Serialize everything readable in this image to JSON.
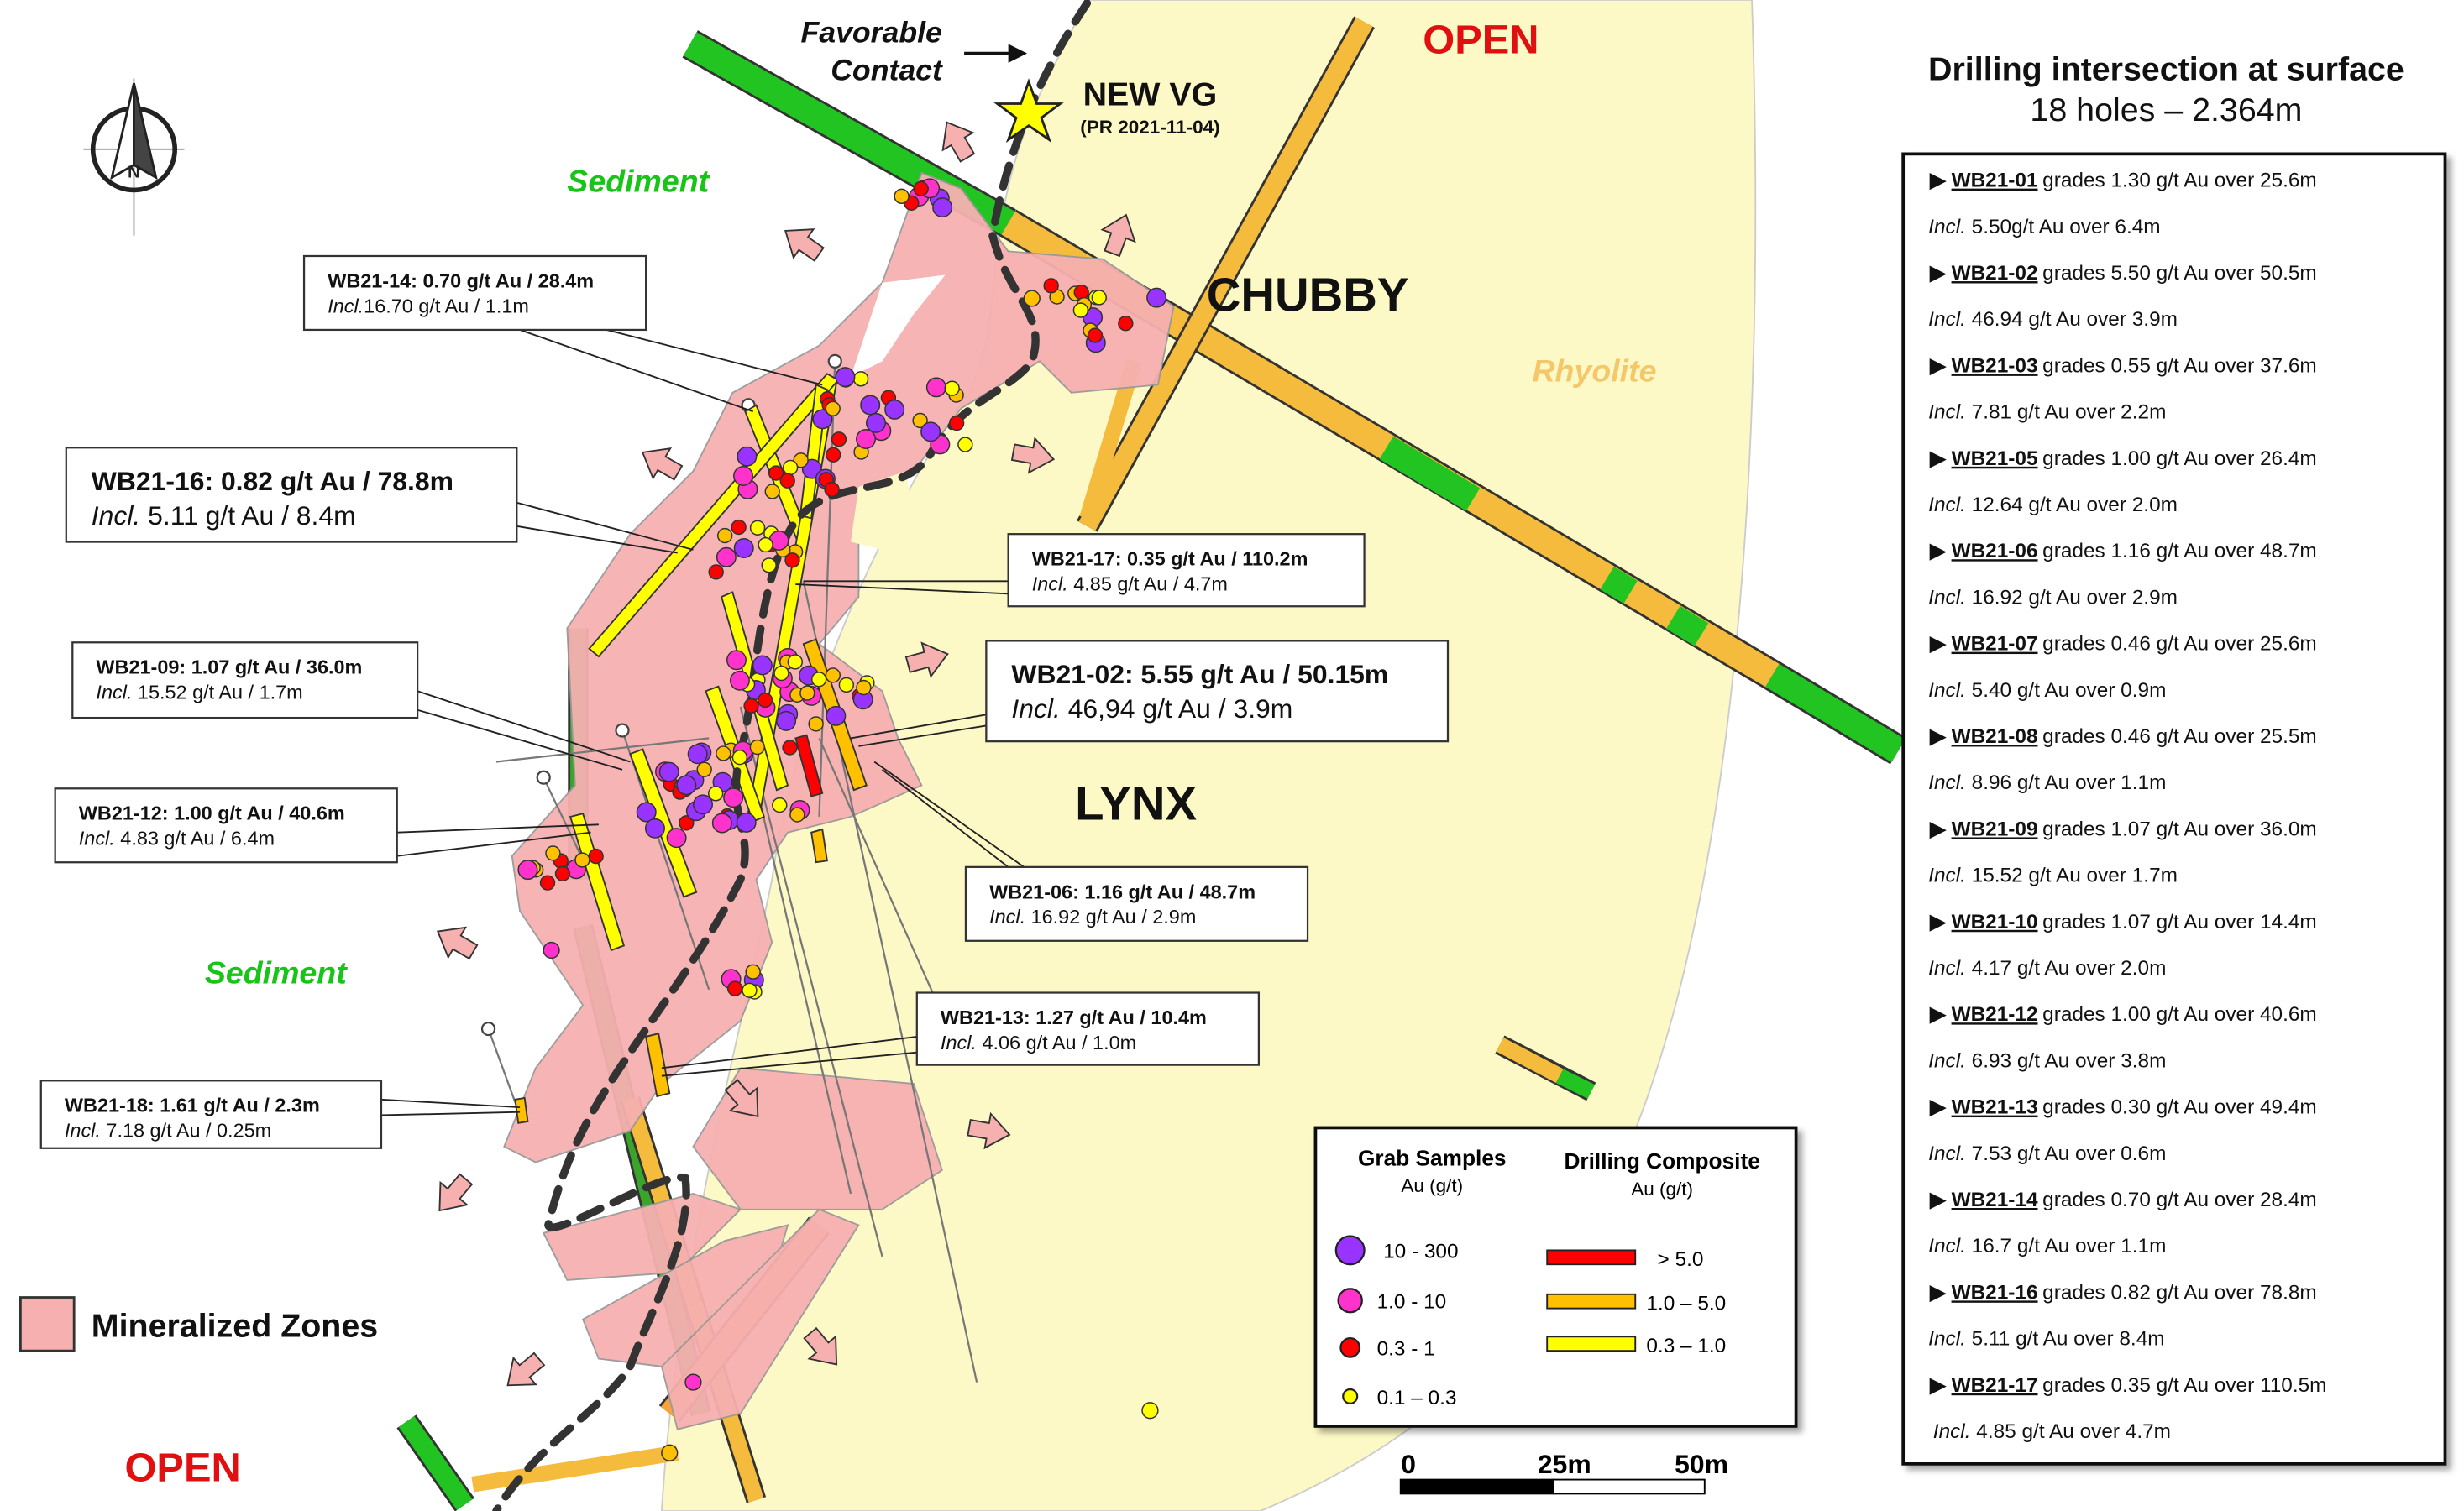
{
  "colors": {
    "rhyolite": "#fdf9c6",
    "mineralized": "#f7b0b0",
    "green_dike": "#22c422",
    "orange_dike": "#f5bb3c",
    "open_label": "#e01010",
    "sediment_label": "#18c418",
    "rhyolite_label": "#f5c76b"
  },
  "labels": {
    "open_top": "OPEN",
    "open_bottom": "OPEN",
    "sediment_top": "Sediment",
    "sediment_bottom": "Sediment",
    "rhyolite": "Rhyolite",
    "chubby": "CHUBBY",
    "lynx": "LYNX",
    "favorable_1": "Favorable",
    "favorable_2": "Contact",
    "new_vg": "NEW VG",
    "new_vg_sub": "(PR 2021-11-04)",
    "north": "N",
    "mineralized_zones": "Mineralized Zones"
  },
  "callouts": [
    {
      "id": "wb21-14",
      "title": "WB21-14: 0.70 g/t Au / 28.4m",
      "incl": "Incl.",
      "detail": "16.70 g/t Au / 1.1m"
    },
    {
      "id": "wb21-16",
      "title": "WB21-16: 0.82 g/t Au / 78.8m",
      "incl": "Incl.",
      "detail": " 5.11 g/t Au / 8.4m"
    },
    {
      "id": "wb21-17",
      "title": "WB21-17: 0.35 g/t Au / 110.2m",
      "incl": "Incl.",
      "detail": " 4.85 g/t Au / 4.7m"
    },
    {
      "id": "wb21-09",
      "title": "WB21-09: 1.07 g/t Au / 36.0m",
      "incl": "Incl.",
      "detail": " 15.52 g/t Au / 1.7m"
    },
    {
      "id": "wb21-02",
      "title": "WB21-02: 5.55 g/t Au / 50.15m",
      "incl": "Incl.",
      "detail": " 46,94 g/t Au / 3.9m"
    },
    {
      "id": "wb21-12",
      "title": "WB21-12: 1.00 g/t Au / 40.6m",
      "incl": "Incl.",
      "detail": " 4.83 g/t Au / 6.4m"
    },
    {
      "id": "wb21-06",
      "title": "WB21-06: 1.16 g/t Au / 48.7m",
      "incl": "Incl.",
      "detail": " 16.92 g/t Au / 2.9m"
    },
    {
      "id": "wb21-13",
      "title": "WB21-13: 1.27 g/t Au / 10.4m",
      "incl": "Incl.",
      "detail": " 4.06 g/t Au / 1.0m"
    },
    {
      "id": "wb21-18",
      "title": "WB21-18: 1.61 g/t Au / 2.3m",
      "incl": "Incl.",
      "detail": " 7.18 g/t Au / 0.25m"
    }
  ],
  "legend": {
    "grab_title": "Grab Samples",
    "grab_unit": "Au (g/t)",
    "grab_items": [
      {
        "label": "10 - 300",
        "color": "#9933ff"
      },
      {
        "label": "1.0 - 10",
        "color": "#ff33cc"
      },
      {
        "label": "0.3 - 1",
        "color": "#ff0000"
      },
      {
        "label": "0.1 – 0.3",
        "color": "#ffff00"
      }
    ],
    "drill_title": "Drilling Composite",
    "drill_unit": "Au (g/t)",
    "drill_items": [
      {
        "label": "> 5.0",
        "color": "#ff0000"
      },
      {
        "label": "1.0 – 5.0",
        "color": "#ffc000"
      },
      {
        "label": "0.3 – 1.0",
        "color": "#ffff00"
      }
    ]
  },
  "scale_bar": {
    "ticks": [
      "0",
      "25m",
      "50m"
    ]
  },
  "summary": {
    "title": "Drilling intersection at surface",
    "subtitle": "18 holes – 2.364m",
    "items": [
      {
        "hole": "WB21-01",
        "grade": "grades 1.30 g/t Au over 25.6m",
        "incl": "Incl.",
        "incl_text": " 5.50g/t Au over 6.4m"
      },
      {
        "hole": "WB21-02",
        "grade": "grades 5.50 g/t Au over 50.5m",
        "incl": "Incl.",
        "incl_text": " 46.94 g/t Au over 3.9m"
      },
      {
        "hole": "WB21-03",
        "grade": "grades 0.55 g/t Au over 37.6m",
        "incl": "Incl.",
        "incl_text": " 7.81 g/t Au over 2.2m"
      },
      {
        "hole": "WB21-05",
        "grade": "grades 1.00 g/t Au over 26.4m",
        "incl": "Incl.",
        "incl_text": " 12.64 g/t Au over 2.0m"
      },
      {
        "hole": "WB21-06",
        "grade": "grades 1.16 g/t Au over 48.7m",
        "incl": "Incl.",
        "incl_text": " 16.92 g/t Au over 2.9m"
      },
      {
        "hole": "WB21-07",
        "grade": "grades 0.46 g/t Au over 25.6m",
        "incl": "Incl.",
        "incl_text": " 5.40 g/t Au over 0.9m"
      },
      {
        "hole": "WB21-08",
        "grade": "grades 0.46 g/t Au over 25.5m",
        "incl": "Incl.",
        "incl_text": " 8.96 g/t Au over 1.1m"
      },
      {
        "hole": "WB21-09",
        "grade": "grades 1.07 g/t Au over 36.0m",
        "incl": "Incl.",
        "incl_text": " 15.52 g/t Au over 1.7m"
      },
      {
        "hole": "WB21-10",
        "grade": "grades 1.07 g/t Au over 14.4m",
        "incl": "Incl.",
        "incl_text": " 4.17 g/t Au over 2.0m"
      },
      {
        "hole": "WB21-12",
        "grade": "grades 1.00 g/t Au over 40.6m",
        "incl": "Incl.",
        "incl_text": " 6.93 g/t Au over 3.8m"
      },
      {
        "hole": "WB21-13",
        "grade": "grades 0.30 g/t Au over 49.4m",
        "incl": "Incl.",
        "incl_text": " 7.53 g/t Au over 0.6m"
      },
      {
        "hole": "WB21-14",
        "grade": "grades 0.70 g/t Au over 28.4m",
        "incl": "Incl.",
        "incl_text": " 16.7 g/t Au over 1.1m"
      },
      {
        "hole": "WB21-16",
        "grade": "grades 0.82 g/t Au over 78.8m",
        "incl": "Incl.",
        "incl_text": " 5.11 g/t Au over 8.4m"
      },
      {
        "hole": "WB21-17",
        "grade": "grades 0.35 g/t Au over 110.5m",
        "incl": "Incl.",
        "incl_text": " 4.85 g/t Au over 4.7m"
      }
    ]
  }
}
